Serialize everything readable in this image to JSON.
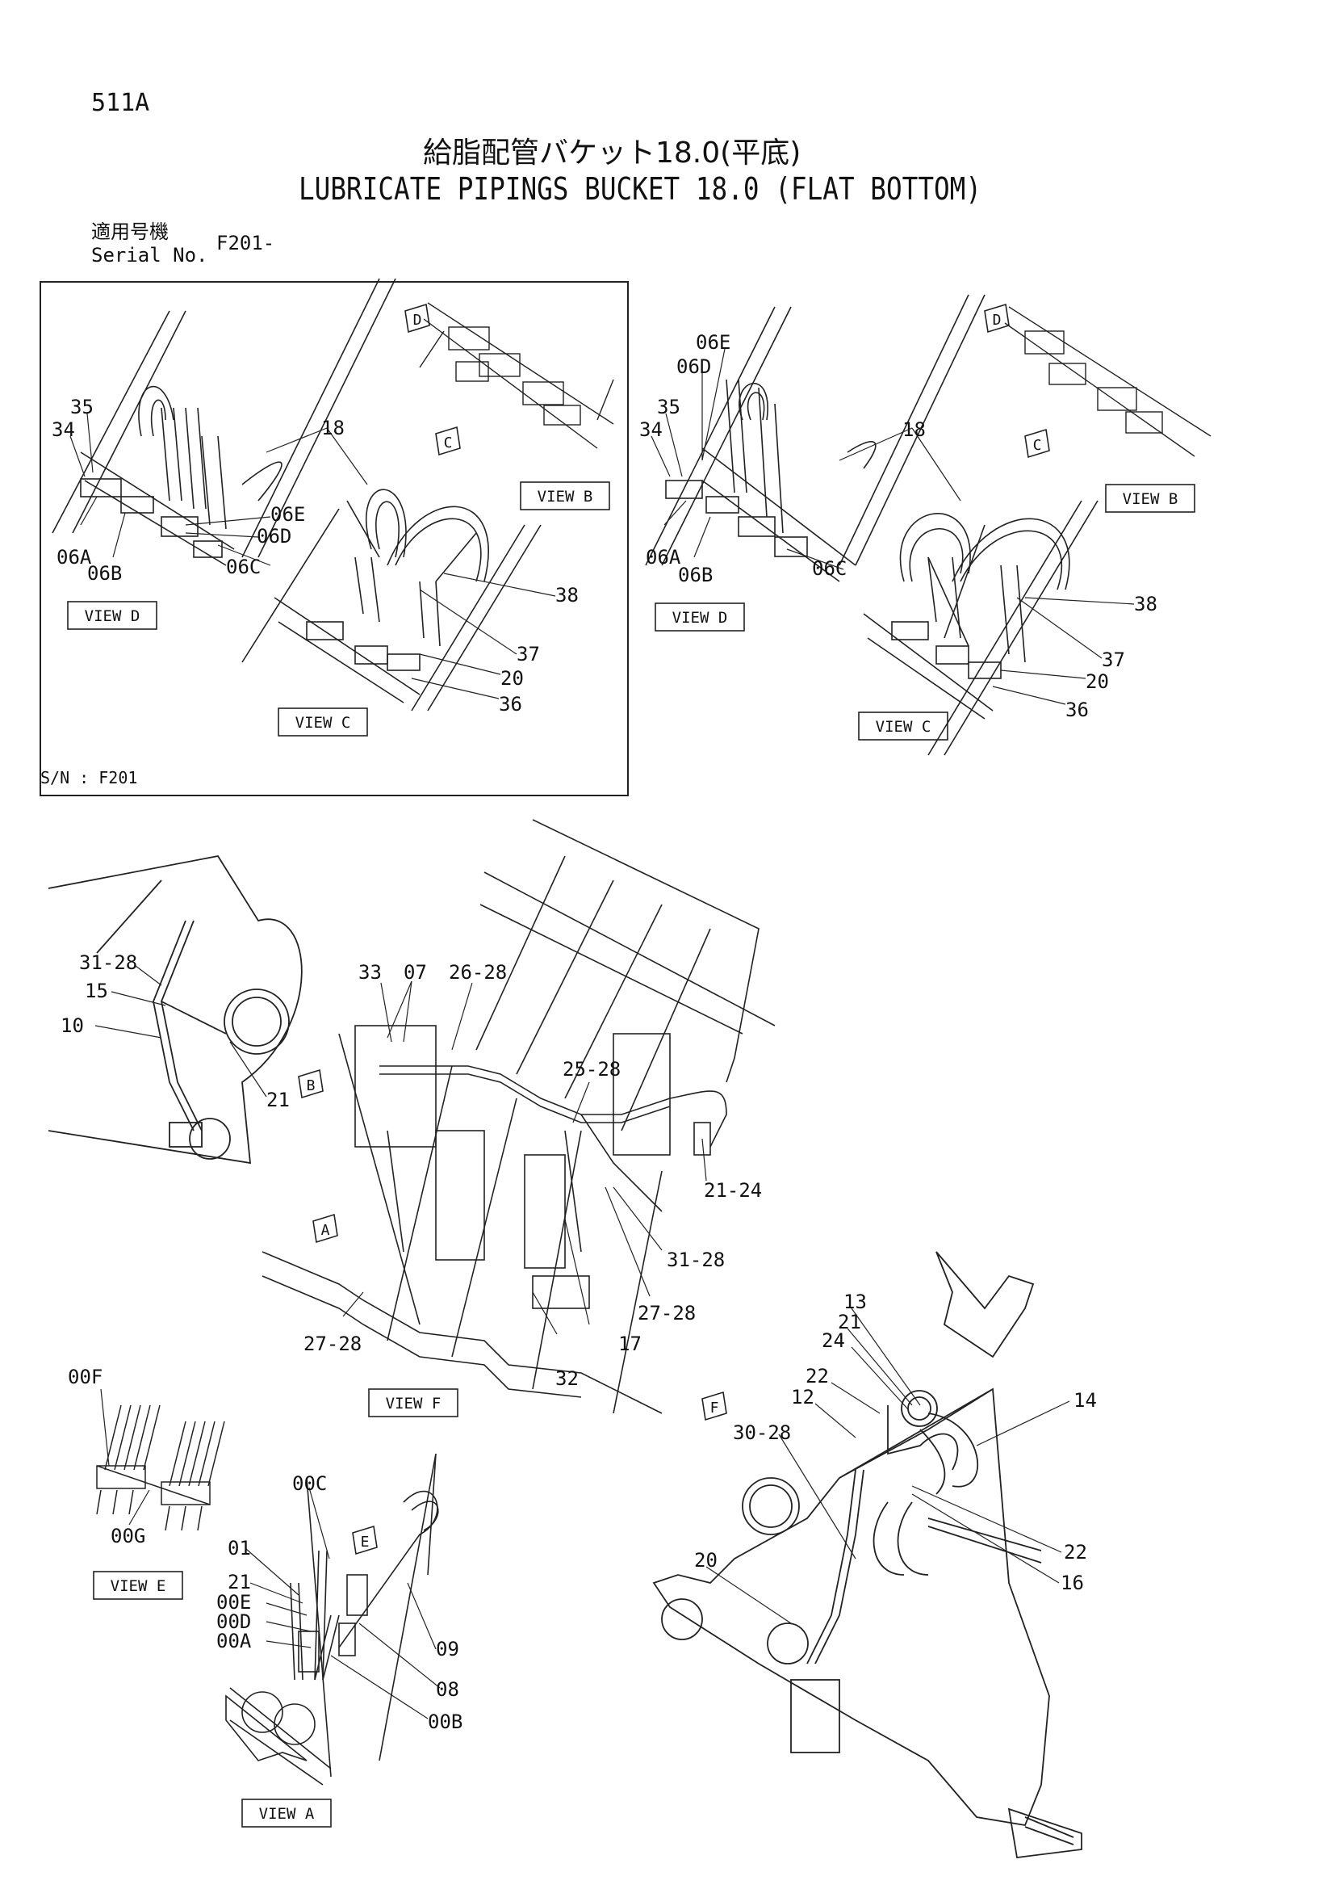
{
  "header": {
    "page_number": "511A",
    "title_ja": "給脂配管バケット18.0(平底)",
    "title_en": "LUBRICATE PIPINGS BUCKET 18.0 (FLAT BOTTOM)",
    "serial_label_ja": "適用号機",
    "serial_label_en": "Serial No.",
    "serial_value": "F201-"
  },
  "inset": {
    "sn_label": "S/N : F201",
    "labels": [
      "35",
      "34",
      "18",
      "06E",
      "06D",
      "06A",
      "06B",
      "06C",
      "38",
      "37",
      "20",
      "36"
    ],
    "views": [
      "VIEW B",
      "VIEW D",
      "VIEW C"
    ],
    "markers": [
      "D",
      "C"
    ]
  },
  "upper_right": {
    "labels": [
      "06E",
      "06D",
      "35",
      "34",
      "18",
      "06A",
      "06B",
      "06C",
      "38",
      "37",
      "20",
      "36"
    ],
    "views": [
      "VIEW B",
      "VIEW D",
      "VIEW C"
    ],
    "markers": [
      "D",
      "C"
    ]
  },
  "middle_left": {
    "labels": [
      "31-28",
      "15",
      "10",
      "21"
    ]
  },
  "view_f": {
    "labels": [
      "33",
      "07",
      "26-28",
      "25-28",
      "21-24",
      "31-28",
      "27-28",
      "27-28",
      "17",
      "32"
    ],
    "markers": [
      "B",
      "A"
    ],
    "view": "VIEW F"
  },
  "view_e": {
    "labels": [
      "00F",
      "00G"
    ],
    "view": "VIEW E"
  },
  "view_a": {
    "labels": [
      "00C",
      "01",
      "21",
      "00E",
      "00D",
      "00A",
      "09",
      "08",
      "00B"
    ],
    "marker": "E",
    "view": "VIEW A"
  },
  "bucket": {
    "labels": [
      "13",
      "21",
      "24",
      "22",
      "12",
      "30-28",
      "14",
      "22",
      "16",
      "20"
    ],
    "marker": "F"
  }
}
